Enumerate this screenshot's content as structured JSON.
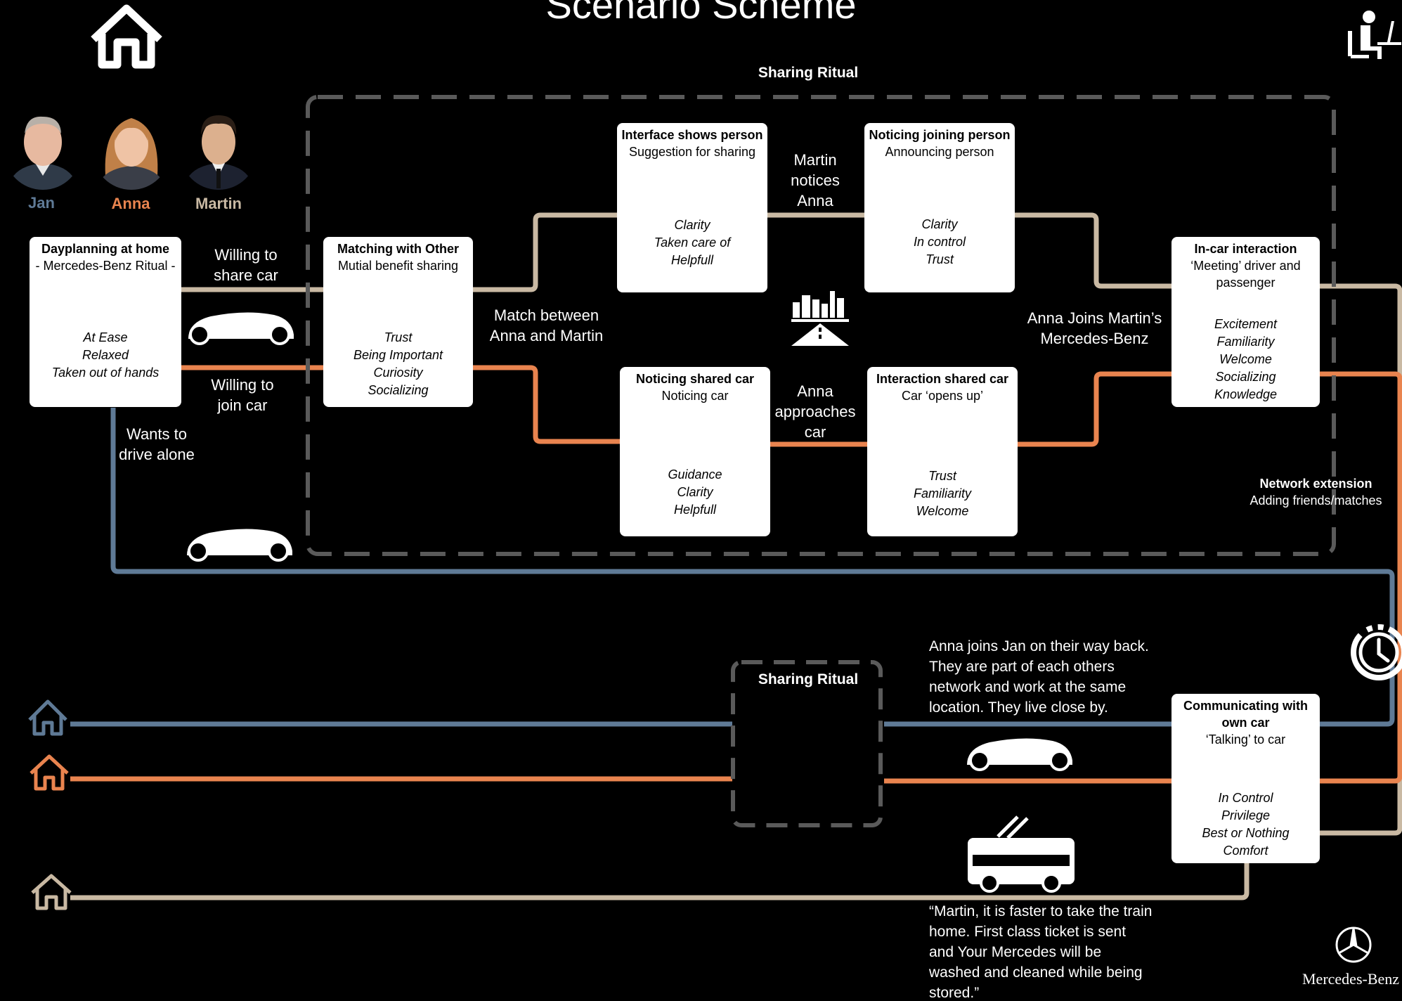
{
  "title": "Scenario Scheme",
  "colors": {
    "background": "#000000",
    "jan": "#5f7a96",
    "anna": "#e9844f",
    "martin": "#c9b9a3",
    "box": "#ffffff",
    "ritual_border": "#5a5a5a"
  },
  "icons": {
    "home": "home-icon",
    "office": "office-worker-icon",
    "car": "car-icon",
    "city": "city-road-icon",
    "clock": "clock-icon",
    "tram": "tram-icon",
    "brand": "mercedes-star-icon"
  },
  "people": [
    {
      "name": "Jan"
    },
    {
      "name": "Anna"
    },
    {
      "name": "Martin"
    }
  ],
  "ritual_top": {
    "title": "Sharing Ritual"
  },
  "ritual_bottom": {
    "title": "Sharing Ritual"
  },
  "boxes": {
    "dayplanning": {
      "title": "Dayplanning at home",
      "subtitle": "- Mercedes-Benz Ritual -",
      "qualities": [
        "At Ease",
        "Relaxed",
        "Taken out of hands"
      ]
    },
    "matching": {
      "title": "Matching with Other",
      "subtitle": "Mutial benefit sharing",
      "qualities": [
        "Trust",
        "Being Important",
        "Curiosity",
        "Socializing"
      ]
    },
    "interface": {
      "title": "Interface shows person",
      "subtitle": "Suggestion for sharing",
      "qualities": [
        "Clarity",
        "Taken care of",
        "Helpfull"
      ]
    },
    "noticing_person": {
      "title": "Noticing joining person",
      "subtitle": "Announcing person",
      "qualities": [
        "Clarity",
        "In control",
        "Trust"
      ]
    },
    "noticing_car": {
      "title": "Noticing shared car",
      "subtitle": "Noticing car",
      "qualities": [
        "Guidance",
        "Clarity",
        "Helpfull"
      ]
    },
    "interaction_car": {
      "title": "Interaction shared car",
      "subtitle": "Car ‘opens up’",
      "qualities": [
        "Trust",
        "Familiarity",
        "Welcome"
      ]
    },
    "incar": {
      "title": "In-car interaction",
      "subtitle": "‘Meeting’ driver and passenger",
      "qualities": [
        "Excitement",
        "Familiarity",
        "Welcome",
        "Socializing",
        "Knowledge"
      ]
    },
    "communicating": {
      "title": "Communicating with own car",
      "subtitle": "‘Talking’ to car",
      "qualities": [
        "In Control",
        "Privilege",
        "Best or Nothing",
        "Comfort"
      ]
    }
  },
  "labels": {
    "willing_share": "Willing to share car",
    "willing_join": "Willing to join car",
    "drive_alone": "Wants to drive alone",
    "match": "Match between Anna and Martin",
    "martin_notices": "Martin notices Anna",
    "anna_approaches": "Anna approaches car",
    "anna_joins": "Anna Joins Martin’s Mercedes-Benz"
  },
  "network": {
    "title": "Network extension",
    "subtitle": "Adding friends/matches"
  },
  "note_back": "Anna joins Jan on their way back. They are part of each others network and work at the same location. They live close by.",
  "note_train": "“Martin, it is faster to take the train home. First class ticket is sent and  Your Mercedes will be washed and cleaned while being stored.”",
  "brand": "Mercedes-Benz"
}
